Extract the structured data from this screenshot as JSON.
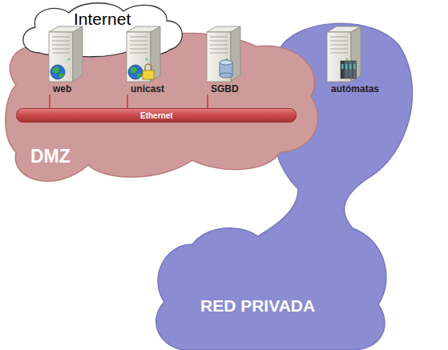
{
  "diagram": {
    "nodes": [
      {
        "text": [
          "Internet"
        ]
      },
      {
        "text": [
          "DMZ"
        ]
      },
      {
        "text": [
          "web"
        ],
        "in": 1
      },
      {
        "text": [
          "unicast"
        ],
        "in": 1
      },
      {
        "text": [
          "SGBD"
        ],
        "in": 1
      },
      {
        "text": [
          "Ethernet"
        ],
        "in": 1
      },
      {
        "text": [
          "RED PRIVADA"
        ]
      },
      {
        "text": [
          "autómatas"
        ],
        "in": 6
      }
    ],
    "edges": [
      {
        "from": 2,
        "to": 5,
        "arrow": "none"
      },
      {
        "from": 3,
        "to": 5,
        "arrow": "none"
      },
      {
        "from": 4,
        "to": 5,
        "arrow": "none"
      }
    ]
  }
}
